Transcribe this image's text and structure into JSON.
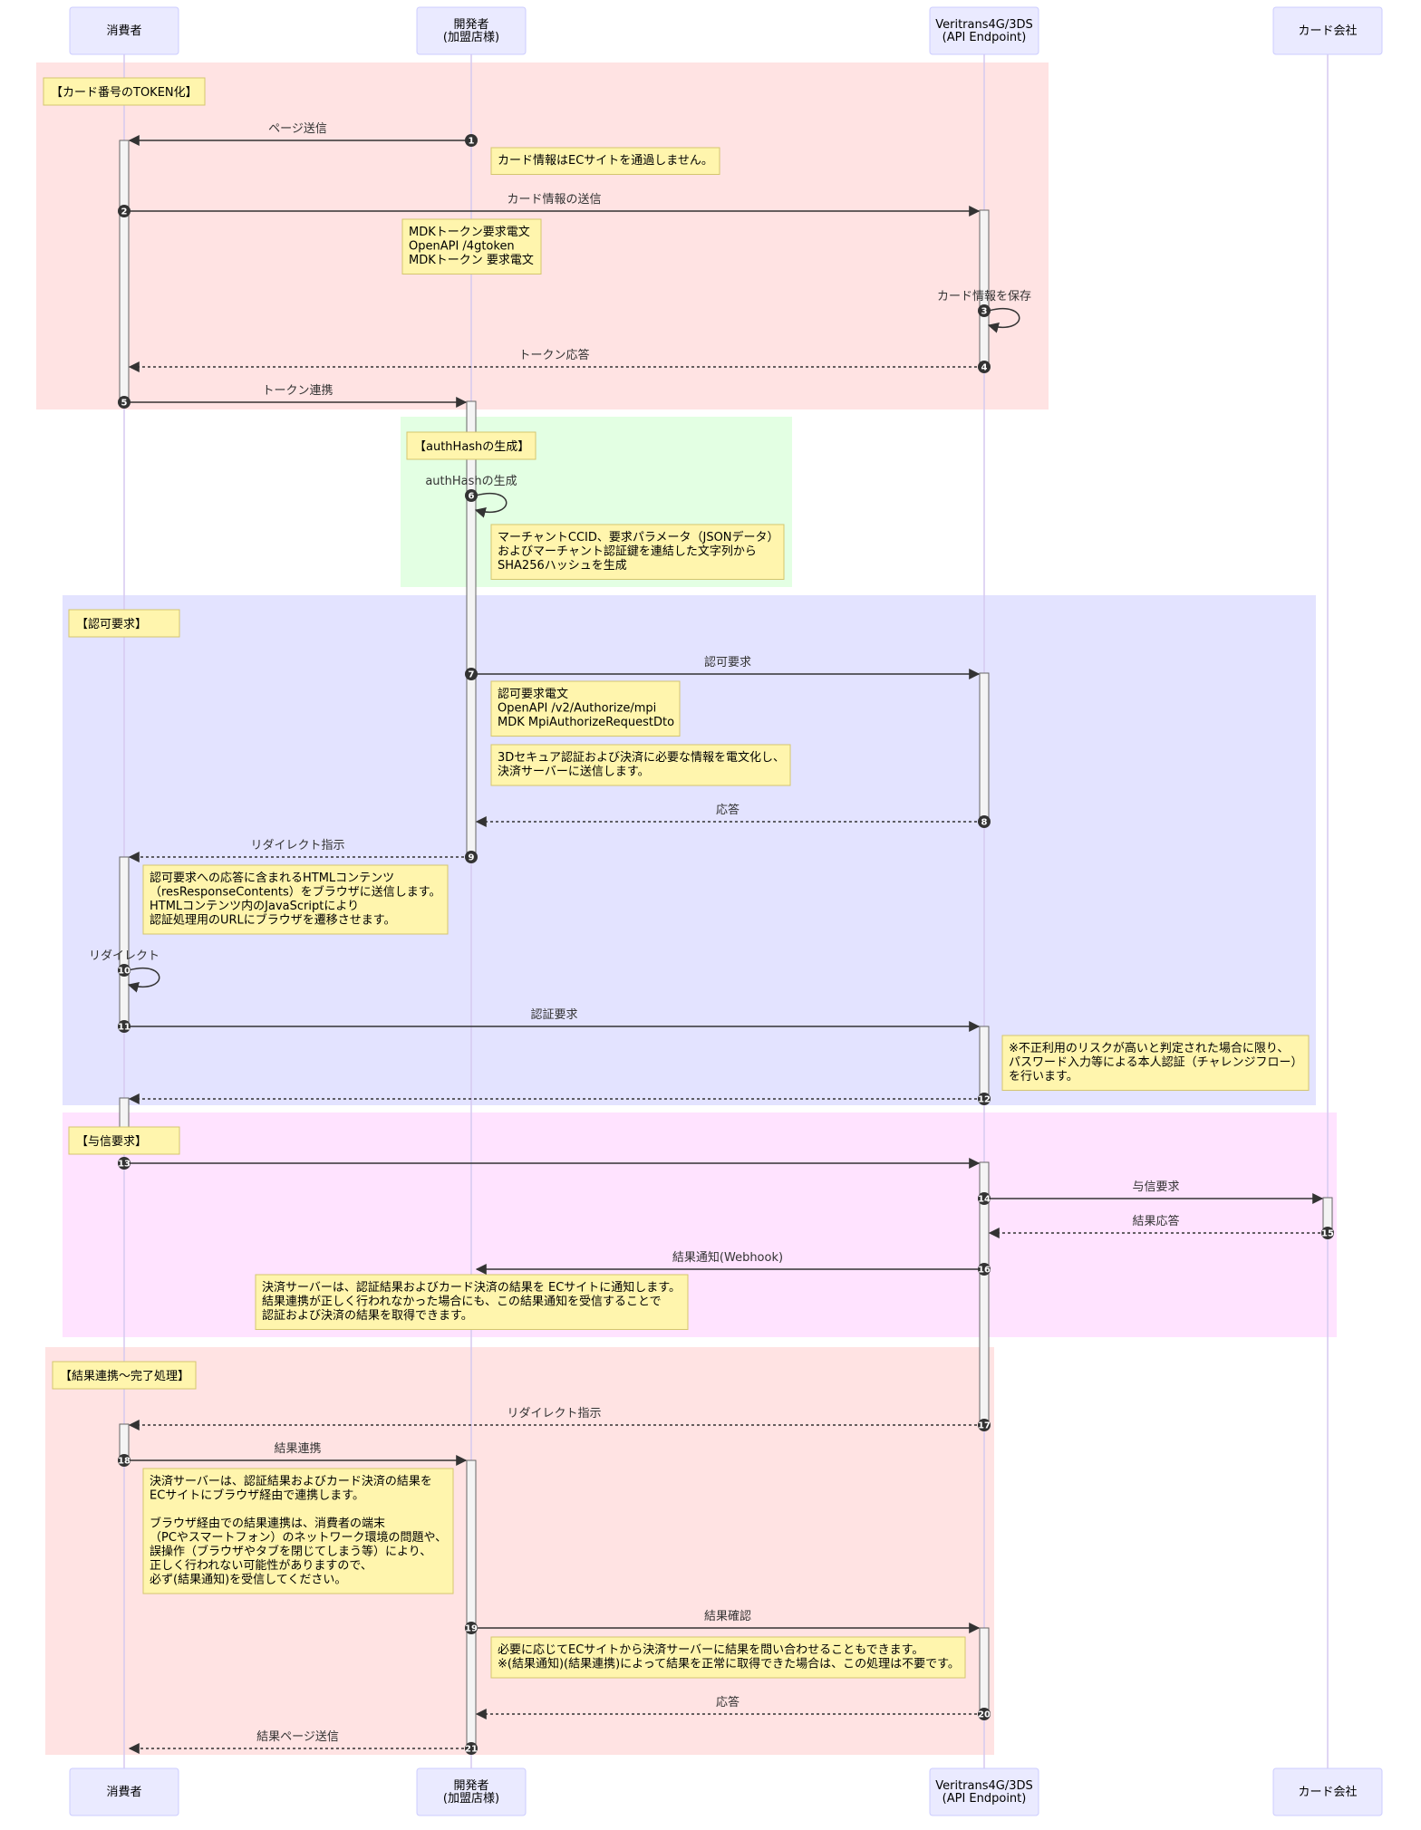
{
  "participants": [
    {
      "id": "consumer",
      "lines": [
        "消費者"
      ]
    },
    {
      "id": "developer",
      "lines": [
        "開発者",
        "(加盟店様)"
      ]
    },
    {
      "id": "veritrans",
      "lines": [
        "Veritrans4G/3DS",
        "(API Endpoint)"
      ]
    },
    {
      "id": "card",
      "lines": [
        "カード会社"
      ]
    }
  ],
  "sections": [
    {
      "label": "【カード番号のTOKEN化】",
      "color": "#ffe3e3"
    },
    {
      "label": "【authHashの生成】",
      "color": "#e3ffe3"
    },
    {
      "label": "【認可要求】",
      "color": "#e3e3ff"
    },
    {
      "label": "【与信要求】",
      "color": "#ffe3ff"
    },
    {
      "label": "【結果連携～完了処理】",
      "color": "#ffe3e3"
    }
  ],
  "messages": [
    {
      "num": "1",
      "from": "developer",
      "to": "consumer",
      "label": "ページ送信",
      "dashed": false
    },
    {
      "num": "2",
      "from": "consumer",
      "to": "veritrans",
      "label": "カード情報の送信",
      "dashed": false
    },
    {
      "num": "3",
      "from": "veritrans",
      "to": "veritrans",
      "label": "カード情報を保存",
      "dashed": false
    },
    {
      "num": "4",
      "from": "veritrans",
      "to": "consumer",
      "label": "トークン応答",
      "dashed": true
    },
    {
      "num": "5",
      "from": "consumer",
      "to": "developer",
      "label": "トークン連携",
      "dashed": false
    },
    {
      "num": "6",
      "from": "developer",
      "to": "developer",
      "label": "authHashの生成",
      "dashed": false
    },
    {
      "num": "7",
      "from": "developer",
      "to": "veritrans",
      "label": "認可要求",
      "dashed": false
    },
    {
      "num": "8",
      "from": "veritrans",
      "to": "developer",
      "label": "応答",
      "dashed": true
    },
    {
      "num": "9",
      "from": "developer",
      "to": "consumer",
      "label": "リダイレクト指示",
      "dashed": true
    },
    {
      "num": "10",
      "from": "consumer",
      "to": "consumer",
      "label": "リダイレクト",
      "dashed": false
    },
    {
      "num": "11",
      "from": "consumer",
      "to": "veritrans",
      "label": "認証要求",
      "dashed": false
    },
    {
      "num": "12",
      "from": "veritrans",
      "to": "consumer",
      "label": "",
      "dashed": true
    },
    {
      "num": "13",
      "from": "consumer",
      "to": "veritrans",
      "label": "",
      "dashed": false
    },
    {
      "num": "14",
      "from": "veritrans",
      "to": "card",
      "label": "与信要求",
      "dashed": false
    },
    {
      "num": "15",
      "from": "card",
      "to": "veritrans",
      "label": "結果応答",
      "dashed": true
    },
    {
      "num": "16",
      "from": "veritrans",
      "to": "developer",
      "label": "結果通知(Webhook)",
      "dashed": false
    },
    {
      "num": "17",
      "from": "veritrans",
      "to": "consumer",
      "label": "リダイレクト指示",
      "dashed": true
    },
    {
      "num": "18",
      "from": "consumer",
      "to": "developer",
      "label": "結果連携",
      "dashed": false
    },
    {
      "num": "19",
      "from": "developer",
      "to": "veritrans",
      "label": "結果確認",
      "dashed": false
    },
    {
      "num": "20",
      "from": "veritrans",
      "to": "developer",
      "label": "応答",
      "dashed": true
    },
    {
      "num": "21",
      "from": "developer",
      "to": "consumer",
      "label": "結果ページ送信",
      "dashed": true
    }
  ],
  "notes": [
    {
      "lines": [
        "カード情報はECサイトを通過しません。"
      ]
    },
    {
      "lines": [
        "MDKトークン要求電文",
        "OpenAPI /4gtoken",
        "MDKトークン 要求電文"
      ]
    },
    {
      "lines": [
        "マーチャントCCID、要求パラメータ（JSONデータ）",
        "およびマーチャント認証鍵を連結した文字列から",
        "SHA256ハッシュを生成"
      ]
    },
    {
      "lines": [
        "認可要求電文",
        "OpenAPI /v2/Authorize/mpi",
        "MDK MpiAuthorizeRequestDto"
      ]
    },
    {
      "lines": [
        "3Dセキュア認証および決済に必要な情報を電文化し、",
        "決済サーバーに送信します。"
      ]
    },
    {
      "lines": [
        "認可要求への応答に含まれるHTMLコンテンツ",
        "（resResponseContents）をブラウザに送信します。",
        "HTMLコンテンツ内のJavaScriptにより",
        "認証処理用のURLにブラウザを遷移させます。"
      ]
    },
    {
      "lines": [
        "※不正利用のリスクが高いと判定された場合に限り、",
        "パスワード入力等による本人認証（チャレンジフロー）",
        "を行います。"
      ]
    },
    {
      "lines": [
        "決済サーバーは、認証結果およびカード決済の結果を ECサイトに通知します。",
        "結果連携が正しく行われなかった場合にも、この結果通知を受信することで",
        "認証および決済の結果を取得できます。"
      ]
    },
    {
      "lines": [
        "決済サーバーは、認証結果およびカード決済の結果を",
        "ECサイトにブラウザ経由で連携します。",
        "",
        "ブラウザ経由での結果連携は、消費者の端末",
        "（PCやスマートフォン）のネットワーク環境の問題や、",
        "誤操作（ブラウザやタブを閉じてしまう等）により、",
        "正しく行われない可能性がありますので、",
        "必ず(結果通知)を受信してください。"
      ]
    },
    {
      "lines": [
        "必要に応じてECサイトから決済サーバーに結果を問い合わせることもできます。",
        "※(結果通知)(結果連携)によって結果を正常に取得できた場合は、この処理は不要です。"
      ]
    }
  ],
  "colors": {
    "actor_fill": "#eaeaff",
    "actor_stroke": "#ccccff",
    "lifeline": "#d6c9f0",
    "note_fill": "#fff5ad",
    "note_stroke": "#d4c66e",
    "arrow": "#333333",
    "badge": "#333333",
    "activation_fill": "#f4f4f4",
    "activation_stroke": "#666666"
  }
}
